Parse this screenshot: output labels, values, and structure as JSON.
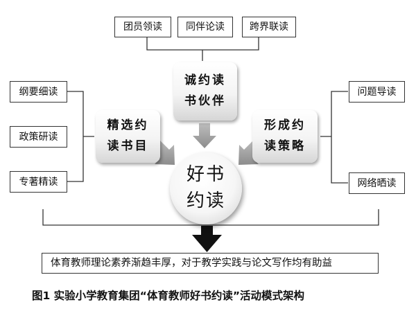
{
  "diagram": {
    "top_nodes": [
      "团员领读",
      "同伴论读",
      "跨界联读"
    ],
    "left_nodes": [
      "纲要细读",
      "政策研读",
      "专著精读"
    ],
    "right_nodes": [
      "问题导读",
      "网络晒读"
    ],
    "pillar_center": [
      "诚约读",
      "书伙伴"
    ],
    "pillar_left": [
      "精选约",
      "读书目"
    ],
    "pillar_right": [
      "形成约",
      "读策略"
    ],
    "core": [
      "好书",
      "约读"
    ],
    "result": "体育教师理论素养渐趋丰厚，对于教学实践与论文写作均有助益"
  },
  "caption": "图1  实验小学教育集团“体育教师好书约读”活动模式架构",
  "colors": {
    "arrow": "#9a9a9a",
    "arrow_dark": "#111111",
    "line": "#333333"
  }
}
